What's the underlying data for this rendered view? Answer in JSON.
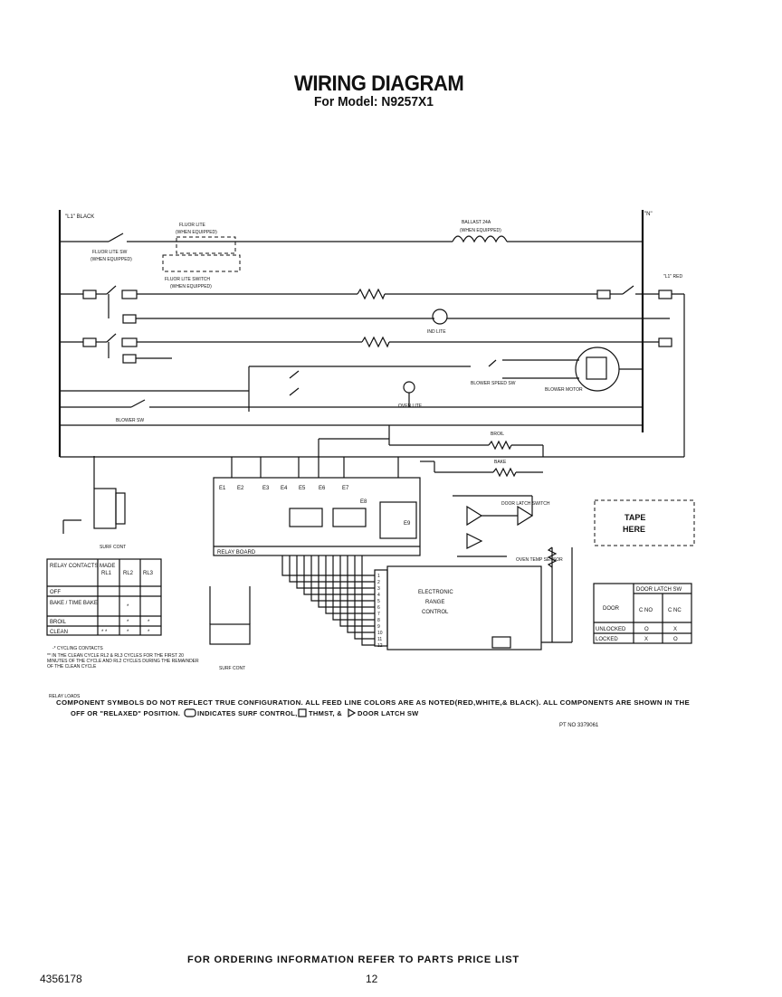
{
  "title": "WIRING DIAGRAM",
  "subtitle": "For Model: N9257X1",
  "labels": {
    "l1_black": "\"L1\" BLACK",
    "n": "\"N\"",
    "l1_red": "\"L1\" RED",
    "fluor_lite": "FLUOR LITE",
    "when_equipped": "(WHEN EQUIPPED)",
    "fluor_lite_sw": "FLUOR LITE SW",
    "fluor_lite_switch": "FLUOR LITE SWITCH",
    "ballast": "BALLAST 24A",
    "blower_sw": "BLOWER SW",
    "oven_lite": "OVEN LITE",
    "blower_speed_sw": "BLOWER SPEED SW",
    "blower_motor": "BLOWER MOTOR",
    "door_latch_switch": "DOOR LATCH SWITCH",
    "oven_temp_sensor": "OVEN TEMP SENSOR",
    "electronic_range_control": [
      "ELECTRONIC",
      "RANGE",
      "CONTROL"
    ],
    "relay_board": "RELAY BOARD",
    "broil": "BROIL",
    "bake": "BAKE",
    "ind_lite": "IND LITE",
    "surf_cont": "SURF CONT",
    "tape_here": [
      "TAPE",
      "HERE"
    ],
    "terminals": [
      "E1",
      "E2",
      "E3",
      "E4",
      "E5",
      "E6",
      "E7",
      "E8",
      "E9"
    ],
    "erc_pins": [
      "1",
      "2",
      "3",
      "4",
      "5",
      "6",
      "7",
      "8",
      "9",
      "10",
      "11",
      "12"
    ]
  },
  "relay_table": {
    "headers": [
      "RELAY CONTACTS MADE",
      "RL1",
      "RL2",
      "RL3"
    ],
    "rows": [
      {
        "mode": "OFF",
        "rl1": "",
        "rl2": "",
        "rl3": ""
      },
      {
        "mode": "BAKE / TIME BAKE",
        "rl1": "",
        "rl2": "*",
        "rl3": ""
      },
      {
        "mode": "BROIL",
        "rl1": "",
        "rl2": "*",
        "rl3": "*"
      },
      {
        "mode": "CLEAN",
        "rl1": "* *",
        "rl2": "*",
        "rl3": "*"
      }
    ],
    "notes": [
      "-* CYCLING CONTACTS",
      "** IN THE CLEAN CYCLE RL2 & RL3 CYCLES FOR THE FIRST 20 MINUTES OF THE CYCLE AND RL2 CYCLES DURING THE REMAINDER OF THE CLEAN CYCLE"
    ]
  },
  "door_table": {
    "title": "DOOR LATCH SW",
    "col_head": "DOOR",
    "headers": [
      "C NO",
      "C NC"
    ],
    "rows": [
      {
        "state": "UNLOCKED",
        "c_no": "O",
        "c_nc": "X"
      },
      {
        "state": "LOCKED",
        "c_no": "X",
        "c_nc": "O"
      }
    ]
  },
  "notes": {
    "relay_load": "RELAY LOADS",
    "line1": "COMPONENT SYMBOLS DO NOT REFLECT TRUE CONFIGURATION. ALL FEED LINE COLORS ARE AS NOTED(RED,WHITE,& BLACK). ALL COMPONENTS ARE SHOWN IN THE",
    "line2": "OFF OR \"RELAXED\" POSITION.",
    "legend_surf": "INDICATES SURF CONTROL,",
    "legend_thmst": "THMST, &",
    "legend_door": "DOOR LATCH SW"
  },
  "pt_no": "PT NO 3379061",
  "footer": "FOR ORDERING INFORMATION REFER TO PARTS PRICE LIST",
  "doc_number": "4356178",
  "page_number": "12"
}
